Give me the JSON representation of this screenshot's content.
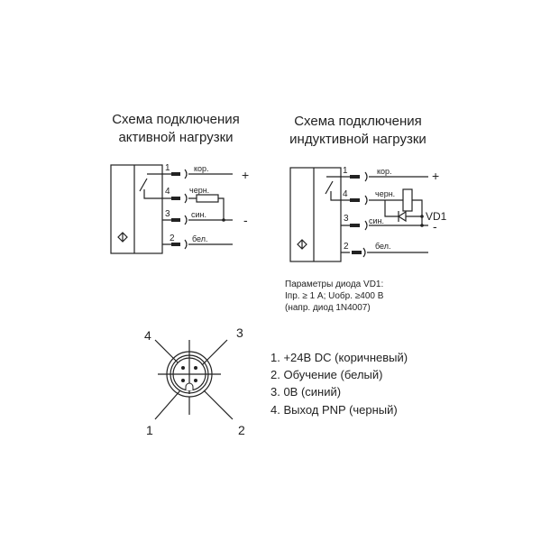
{
  "active": {
    "title1": "Схема подключения",
    "title2": "активной нагрузки",
    "pins": [
      "1",
      "4",
      "3",
      "2"
    ],
    "wires": [
      "кор.",
      "черн.",
      "син.",
      "бел."
    ],
    "plus": "+",
    "minus": "-"
  },
  "inductive": {
    "title1": "Схема подключения",
    "title2": "индуктивной нагрузки",
    "pins": [
      "1",
      "4",
      "3",
      "2"
    ],
    "wires": [
      "кор.",
      "черн.",
      "син.",
      "бел."
    ],
    "plus": "+",
    "minus": "-",
    "diode": "VD1",
    "params": [
      "Параметры диода  VD1:",
      "Iпр. ≥ 1 А; Uобр. ≥400  В",
      "(напр. диод  1N4007)"
    ]
  },
  "connector": {
    "pin_labels": [
      "4",
      "3",
      "1",
      "2"
    ]
  },
  "legend": [
    "1.  +24В DC (коричневый)",
    "2.  Обучение (белый)",
    "3.  0В (синий)",
    "4.  Выход PNP (черный)"
  ],
  "colors": {
    "ink": "#222222",
    "background": "#ffffff"
  }
}
